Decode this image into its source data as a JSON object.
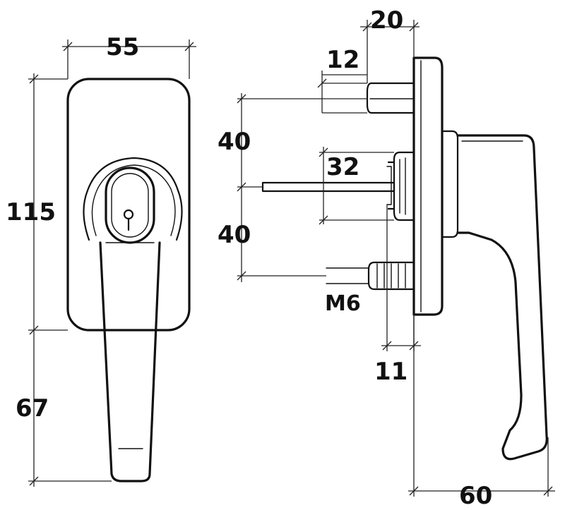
{
  "dimensions": {
    "front_width": "55",
    "front_height": "115",
    "handle_length": "67",
    "rose_thickness": "20",
    "spindle_length": "12",
    "screw_pitch_upper": "40",
    "screw_pitch_lower": "40",
    "boss_length": "32",
    "thread": "M6",
    "plate_offset": "11",
    "side_projection": "60"
  }
}
